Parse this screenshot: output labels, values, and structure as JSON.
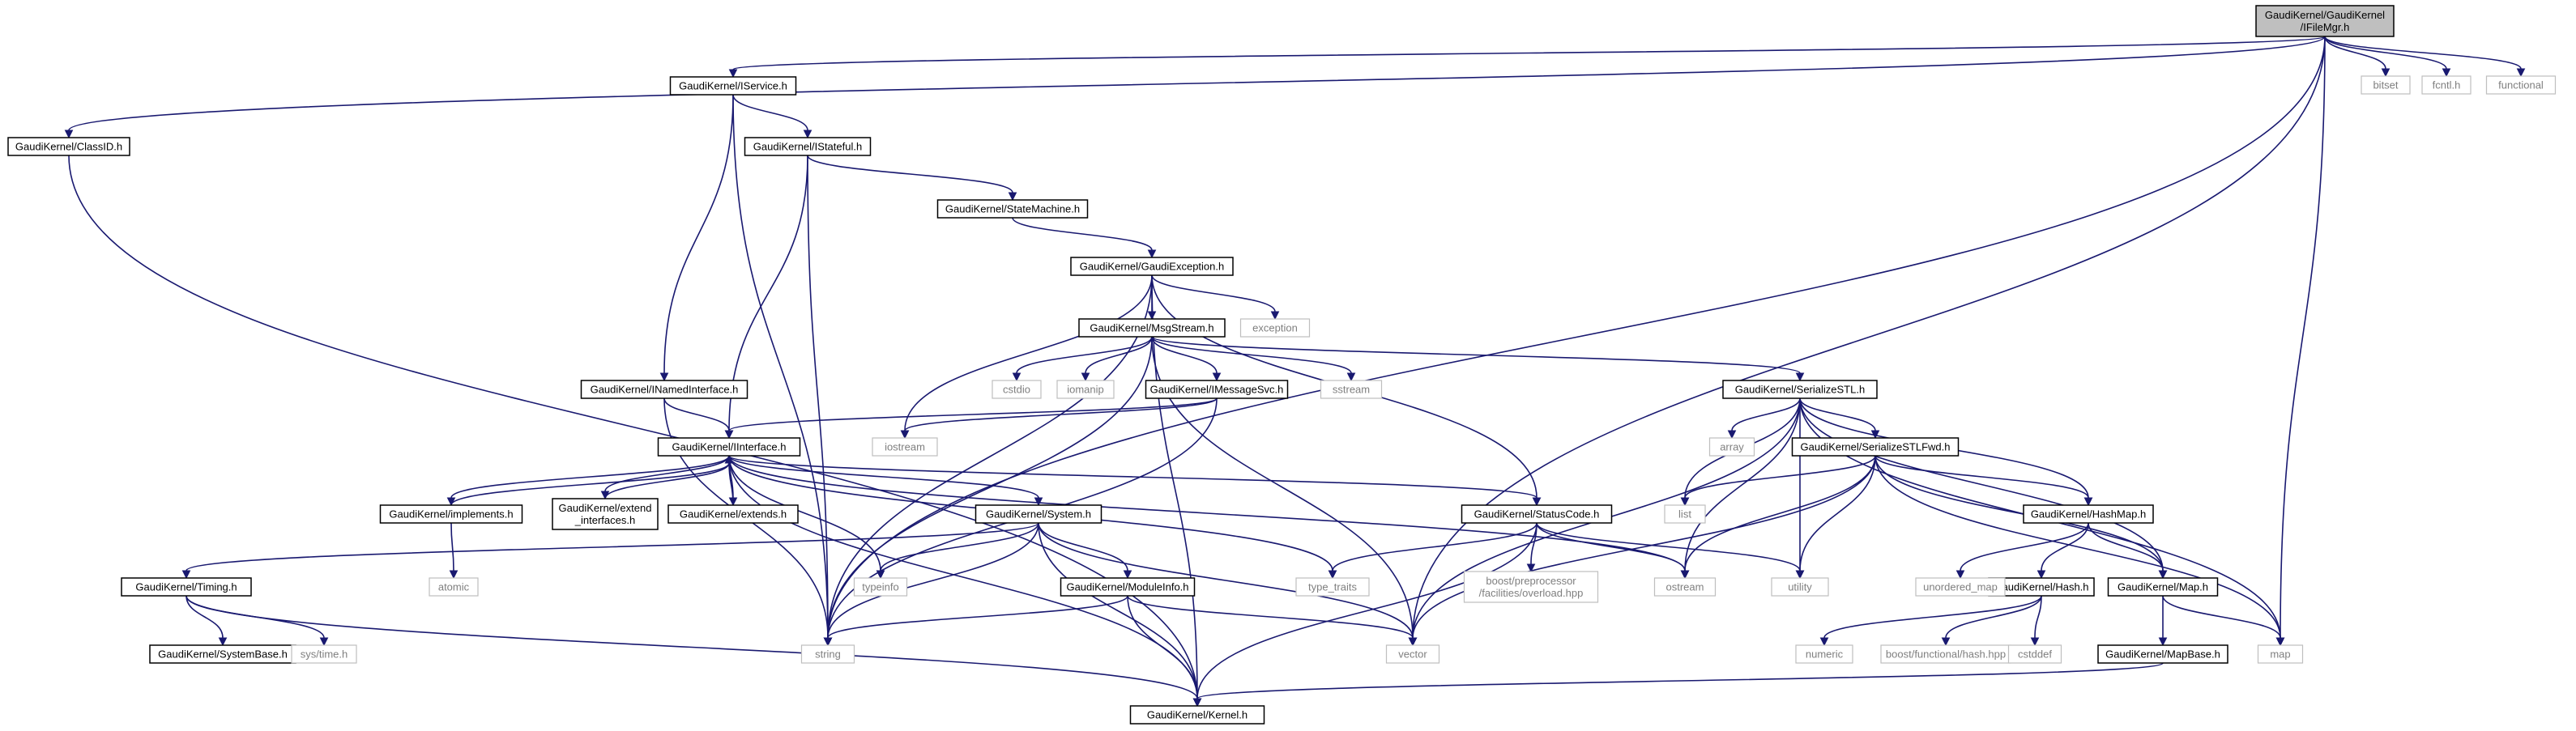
{
  "diagram": {
    "type": "include-dependency-graph",
    "colors": {
      "edge": "#191970",
      "root_fill": "#bfbfbf",
      "node_border": "#000000",
      "external_border": "#bfbfbf",
      "external_text": "#7f7f7f"
    },
    "nodes": [
      {
        "id": "root",
        "lines": [
          "GaudiKernel/GaudiKernel",
          "/IFileMgr.h"
        ],
        "kind": "root"
      },
      {
        "id": "classid",
        "lines": [
          "GaudiKernel/ClassID.h"
        ],
        "kind": "doc"
      },
      {
        "id": "iservice",
        "lines": [
          "GaudiKernel/IService.h"
        ],
        "kind": "doc"
      },
      {
        "id": "istateful",
        "lines": [
          "GaudiKernel/IStateful.h"
        ],
        "kind": "doc"
      },
      {
        "id": "statemachine",
        "lines": [
          "GaudiKernel/StateMachine.h"
        ],
        "kind": "doc"
      },
      {
        "id": "gaudiexception",
        "lines": [
          "GaudiKernel/GaudiException.h"
        ],
        "kind": "doc"
      },
      {
        "id": "msgstream",
        "lines": [
          "GaudiKernel/MsgStream.h"
        ],
        "kind": "doc"
      },
      {
        "id": "inamedinterface",
        "lines": [
          "GaudiKernel/INamedInterface.h"
        ],
        "kind": "doc"
      },
      {
        "id": "imessagesvc",
        "lines": [
          "GaudiKernel/IMessageSvc.h"
        ],
        "kind": "doc"
      },
      {
        "id": "iinterface",
        "lines": [
          "GaudiKernel/IInterface.h"
        ],
        "kind": "doc"
      },
      {
        "id": "implements",
        "lines": [
          "GaudiKernel/implements.h"
        ],
        "kind": "doc"
      },
      {
        "id": "extendif",
        "lines": [
          "GaudiKernel/extend",
          "_interfaces.h"
        ],
        "kind": "doc"
      },
      {
        "id": "extends",
        "lines": [
          "GaudiKernel/extends.h"
        ],
        "kind": "doc"
      },
      {
        "id": "system",
        "lines": [
          "GaudiKernel/System.h"
        ],
        "kind": "doc"
      },
      {
        "id": "timing",
        "lines": [
          "GaudiKernel/Timing.h"
        ],
        "kind": "doc"
      },
      {
        "id": "systembase",
        "lines": [
          "GaudiKernel/SystemBase.h"
        ],
        "kind": "doc"
      },
      {
        "id": "moduleinfo",
        "lines": [
          "GaudiKernel/ModuleInfo.h"
        ],
        "kind": "doc"
      },
      {
        "id": "kernel",
        "lines": [
          "GaudiKernel/Kernel.h"
        ],
        "kind": "doc"
      },
      {
        "id": "statuscode",
        "lines": [
          "GaudiKernel/StatusCode.h"
        ],
        "kind": "doc"
      },
      {
        "id": "serializestl",
        "lines": [
          "GaudiKernel/SerializeSTL.h"
        ],
        "kind": "doc"
      },
      {
        "id": "serializestlfwd",
        "lines": [
          "GaudiKernel/SerializeSTLFwd.h"
        ],
        "kind": "doc"
      },
      {
        "id": "hashmap",
        "lines": [
          "GaudiKernel/HashMap.h"
        ],
        "kind": "doc"
      },
      {
        "id": "hash",
        "lines": [
          "GaudiKernel/Hash.h"
        ],
        "kind": "doc"
      },
      {
        "id": "mapdoc",
        "lines": [
          "GaudiKernel/Map.h"
        ],
        "kind": "doc"
      },
      {
        "id": "mapbase",
        "lines": [
          "GaudiKernel/MapBase.h"
        ],
        "kind": "doc"
      },
      {
        "id": "bitset",
        "lines": [
          "bitset"
        ],
        "kind": "ext"
      },
      {
        "id": "fcntl",
        "lines": [
          "fcntl.h"
        ],
        "kind": "ext"
      },
      {
        "id": "functional",
        "lines": [
          "functional"
        ],
        "kind": "ext"
      },
      {
        "id": "exception",
        "lines": [
          "exception"
        ],
        "kind": "ext"
      },
      {
        "id": "cstdio",
        "lines": [
          "cstdio"
        ],
        "kind": "ext"
      },
      {
        "id": "iomanip",
        "lines": [
          "iomanip"
        ],
        "kind": "ext"
      },
      {
        "id": "sstream",
        "lines": [
          "sstream"
        ],
        "kind": "ext"
      },
      {
        "id": "iostream",
        "lines": [
          "iostream"
        ],
        "kind": "ext"
      },
      {
        "id": "array",
        "lines": [
          "array"
        ],
        "kind": "ext"
      },
      {
        "id": "list",
        "lines": [
          "list"
        ],
        "kind": "ext"
      },
      {
        "id": "atomic",
        "lines": [
          "atomic"
        ],
        "kind": "ext"
      },
      {
        "id": "typeinfo",
        "lines": [
          "typeinfo"
        ],
        "kind": "ext"
      },
      {
        "id": "typetraits",
        "lines": [
          "type_traits"
        ],
        "kind": "ext"
      },
      {
        "id": "boostpp",
        "lines": [
          "boost/preprocessor",
          "/facilities/overload.hpp"
        ],
        "kind": "ext"
      },
      {
        "id": "ostream",
        "lines": [
          "ostream"
        ],
        "kind": "ext"
      },
      {
        "id": "utility",
        "lines": [
          "utility"
        ],
        "kind": "ext"
      },
      {
        "id": "unorderedmap",
        "lines": [
          "unordered_map"
        ],
        "kind": "ext"
      },
      {
        "id": "systime",
        "lines": [
          "sys/time.h"
        ],
        "kind": "ext"
      },
      {
        "id": "string",
        "lines": [
          "string"
        ],
        "kind": "ext"
      },
      {
        "id": "vector",
        "lines": [
          "vector"
        ],
        "kind": "ext"
      },
      {
        "id": "numeric",
        "lines": [
          "numeric"
        ],
        "kind": "ext"
      },
      {
        "id": "boosthash",
        "lines": [
          "boost/functional/hash.hpp"
        ],
        "kind": "ext"
      },
      {
        "id": "cstddef",
        "lines": [
          "cstddef"
        ],
        "kind": "ext"
      },
      {
        "id": "map",
        "lines": [
          "map"
        ],
        "kind": "ext"
      }
    ],
    "edges": [
      [
        "root",
        "classid"
      ],
      [
        "root",
        "iservice"
      ],
      [
        "root",
        "string"
      ],
      [
        "root",
        "bitset"
      ],
      [
        "root",
        "fcntl"
      ],
      [
        "root",
        "functional"
      ],
      [
        "root",
        "vector"
      ],
      [
        "root",
        "map"
      ],
      [
        "classid",
        "kernel"
      ],
      [
        "iservice",
        "istateful"
      ],
      [
        "iservice",
        "inamedinterface"
      ],
      [
        "iservice",
        "string"
      ],
      [
        "istateful",
        "statemachine"
      ],
      [
        "istateful",
        "iinterface"
      ],
      [
        "istateful",
        "string"
      ],
      [
        "statemachine",
        "gaudiexception"
      ],
      [
        "gaudiexception",
        "msgstream"
      ],
      [
        "gaudiexception",
        "exception"
      ],
      [
        "gaudiexception",
        "iostream"
      ],
      [
        "gaudiexception",
        "string"
      ],
      [
        "gaudiexception",
        "statuscode"
      ],
      [
        "gaudiexception",
        "kernel"
      ],
      [
        "msgstream",
        "cstdio"
      ],
      [
        "msgstream",
        "iomanip"
      ],
      [
        "msgstream",
        "imessagesvc"
      ],
      [
        "msgstream",
        "sstream"
      ],
      [
        "msgstream",
        "serializestl"
      ],
      [
        "msgstream",
        "string"
      ],
      [
        "msgstream",
        "vector"
      ],
      [
        "inamedinterface",
        "iinterface"
      ],
      [
        "inamedinterface",
        "string"
      ],
      [
        "imessagesvc",
        "iinterface"
      ],
      [
        "imessagesvc",
        "iostream"
      ],
      [
        "imessagesvc",
        "string"
      ],
      [
        "iinterface",
        "implements"
      ],
      [
        "iinterface",
        "extendif"
      ],
      [
        "iinterface",
        "extends"
      ],
      [
        "iinterface",
        "system"
      ],
      [
        "iinterface",
        "statuscode"
      ],
      [
        "iinterface",
        "kernel"
      ],
      [
        "iinterface",
        "typeinfo"
      ],
      [
        "iinterface",
        "typetraits"
      ],
      [
        "iinterface",
        "ostream"
      ],
      [
        "implements",
        "iinterface"
      ],
      [
        "implements",
        "atomic"
      ],
      [
        "extendif",
        "iinterface"
      ],
      [
        "extends",
        "iinterface"
      ],
      [
        "system",
        "timing"
      ],
      [
        "system",
        "moduleinfo"
      ],
      [
        "system",
        "kernel"
      ],
      [
        "system",
        "string"
      ],
      [
        "system",
        "vector"
      ],
      [
        "system",
        "typeinfo"
      ],
      [
        "timing",
        "systembase"
      ],
      [
        "timing",
        "kernel"
      ],
      [
        "timing",
        "systime"
      ],
      [
        "moduleinfo",
        "kernel"
      ],
      [
        "moduleinfo",
        "string"
      ],
      [
        "moduleinfo",
        "vector"
      ],
      [
        "statuscode",
        "ostream"
      ],
      [
        "statuscode",
        "utility"
      ],
      [
        "statuscode",
        "boostpp"
      ],
      [
        "statuscode",
        "kernel"
      ],
      [
        "statuscode",
        "typetraits"
      ],
      [
        "serializestl",
        "serializestlfwd"
      ],
      [
        "serializestl",
        "hashmap"
      ],
      [
        "serializestl",
        "mapdoc"
      ],
      [
        "serializestl",
        "array"
      ],
      [
        "serializestl",
        "list"
      ],
      [
        "serializestl",
        "ostream"
      ],
      [
        "serializestl",
        "utility"
      ],
      [
        "serializestl",
        "vector"
      ],
      [
        "serializestl",
        "map"
      ],
      [
        "serializestlfwd",
        "hashmap"
      ],
      [
        "serializestlfwd",
        "mapdoc"
      ],
      [
        "serializestlfwd",
        "list"
      ],
      [
        "serializestlfwd",
        "ostream"
      ],
      [
        "serializestlfwd",
        "utility"
      ],
      [
        "serializestlfwd",
        "vector"
      ],
      [
        "serializestlfwd",
        "map"
      ],
      [
        "hashmap",
        "hash"
      ],
      [
        "hashmap",
        "mapdoc"
      ],
      [
        "hashmap",
        "unorderedmap"
      ],
      [
        "hash",
        "numeric"
      ],
      [
        "hash",
        "boosthash"
      ],
      [
        "hash",
        "cstddef"
      ],
      [
        "mapdoc",
        "mapbase"
      ],
      [
        "mapdoc",
        "map"
      ],
      [
        "mapbase",
        "kernel"
      ]
    ]
  }
}
